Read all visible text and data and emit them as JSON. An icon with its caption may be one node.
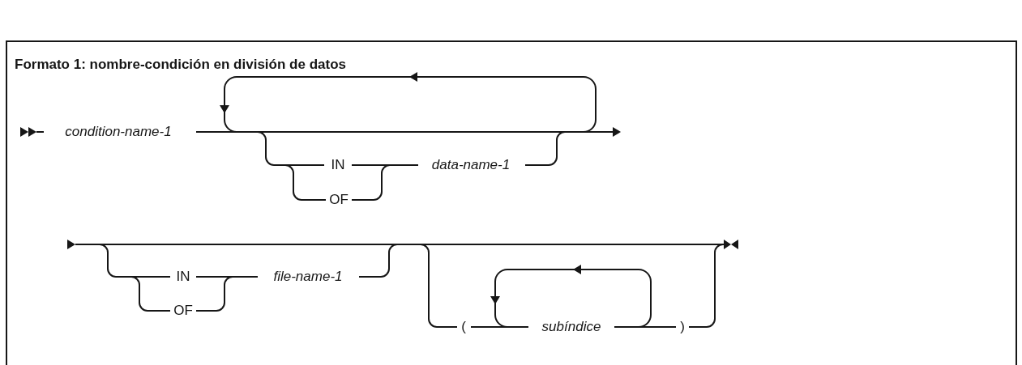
{
  "diagram": {
    "title": "Formato 1: nombre-condición en división de datos",
    "labels": [
      "condition-name-1",
      "IN",
      "data-name-1",
      "OF",
      "IN",
      "file-name-1",
      "(",
      "subíndice",
      ")",
      "OF"
    ]
  }
}
